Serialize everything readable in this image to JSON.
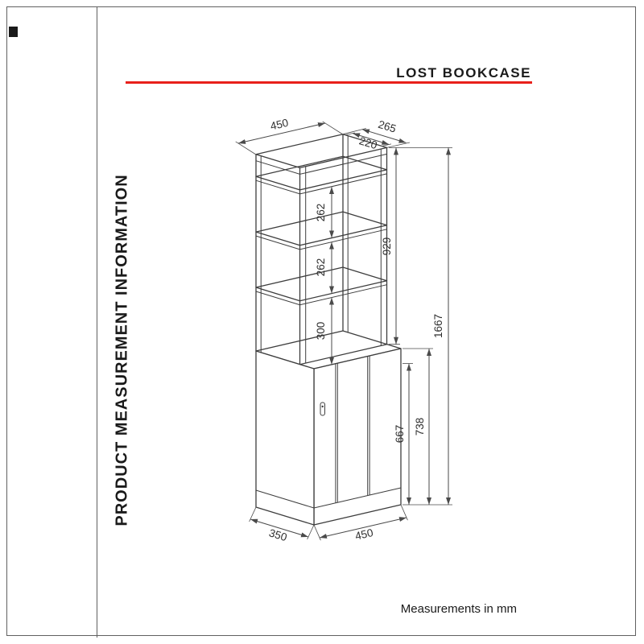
{
  "page": {
    "title": "LOST BOOKCASE",
    "side_label": "PRODUCT MEASUREMENT INFORMATION",
    "footer_note": "Measurements in mm",
    "accent_red": "#e8201a",
    "line_color": "#3d3d3d"
  },
  "dims": {
    "top_width": "450",
    "top_depth": "265",
    "top_depth_inner": "220",
    "shelf_gap_upper": "262",
    "shelf_gap_middle": "262",
    "shelf_gap_lower": "300",
    "shelf_section_height": "929",
    "total_height": "1667",
    "door_height": "667",
    "cabinet_height": "738",
    "base_depth": "350",
    "base_width": "450"
  }
}
